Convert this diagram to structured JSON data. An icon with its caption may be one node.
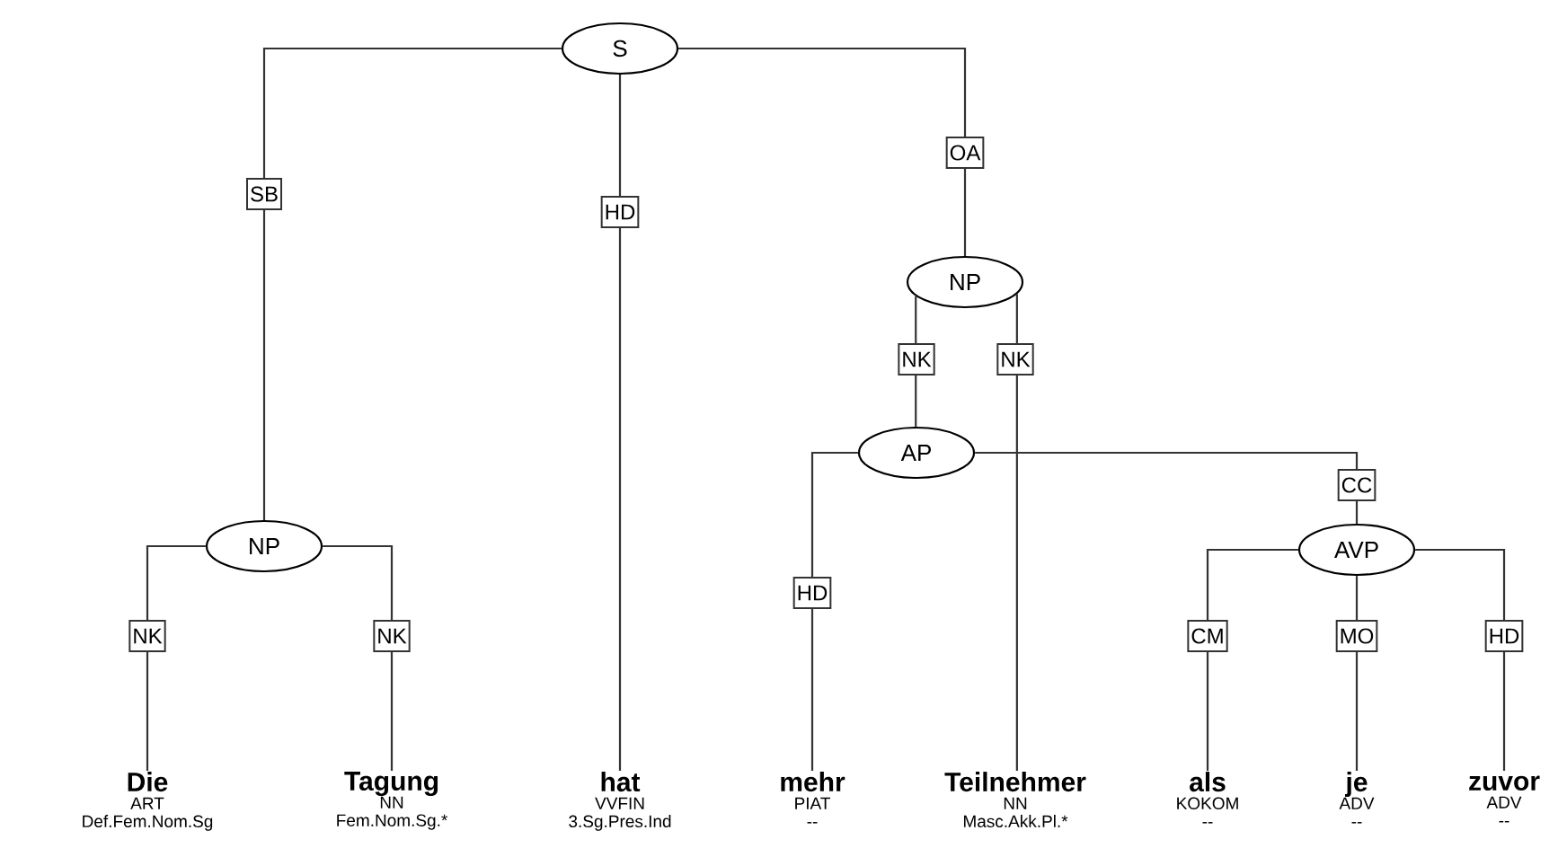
{
  "diagram": {
    "nodes": [
      {
        "text": [
          "S"
        ]
      },
      {
        "text": [
          "NP"
        ]
      },
      {
        "text": [
          "AP"
        ]
      },
      {
        "text": [
          "NP"
        ]
      },
      {
        "text": [
          "AVP"
        ]
      },
      {
        "text": [
          "Die",
          "ART",
          "Def.Fem.Nom.Sg"
        ]
      },
      {
        "text": [
          "Tagung",
          "NN",
          "Fem.Nom.Sg.*"
        ]
      },
      {
        "text": [
          "hat",
          "VVFIN",
          "3.Sg.Pres.Ind"
        ]
      },
      {
        "text": [
          "mehr",
          "PIAT",
          "--"
        ]
      },
      {
        "text": [
          "Teilnehmer",
          "NN",
          "Masc.Akk.Pl.*"
        ]
      },
      {
        "text": [
          "als",
          "KOKOM",
          "--"
        ]
      },
      {
        "text": [
          "je",
          "ADV",
          "--"
        ]
      },
      {
        "text": [
          "zuvor",
          "ADV",
          "--"
        ]
      }
    ],
    "edges": [
      {
        "from": 0,
        "to": 3,
        "label": "SB",
        "arrow": "none"
      },
      {
        "from": 0,
        "to": 7,
        "label": "HD",
        "arrow": "none"
      },
      {
        "from": 0,
        "to": 1,
        "label": "OA",
        "arrow": "none"
      },
      {
        "from": 1,
        "to": 2,
        "label": "NK",
        "arrow": "none"
      },
      {
        "from": 1,
        "to": 9,
        "label": "NK",
        "arrow": "none"
      },
      {
        "from": 2,
        "to": 8,
        "label": "HD",
        "arrow": "none"
      },
      {
        "from": 2,
        "to": 4,
        "label": "CC",
        "arrow": "none"
      },
      {
        "from": 4,
        "to": 10,
        "label": "CM",
        "arrow": "none"
      },
      {
        "from": 4,
        "to": 11,
        "label": "MO",
        "arrow": "none"
      },
      {
        "from": 4,
        "to": 12,
        "label": "HD",
        "arrow": "none"
      },
      {
        "from": 3,
        "to": 5,
        "label": "NK",
        "arrow": "none"
      },
      {
        "from": 3,
        "to": 6,
        "label": "NK",
        "arrow": "none"
      }
    ]
  }
}
